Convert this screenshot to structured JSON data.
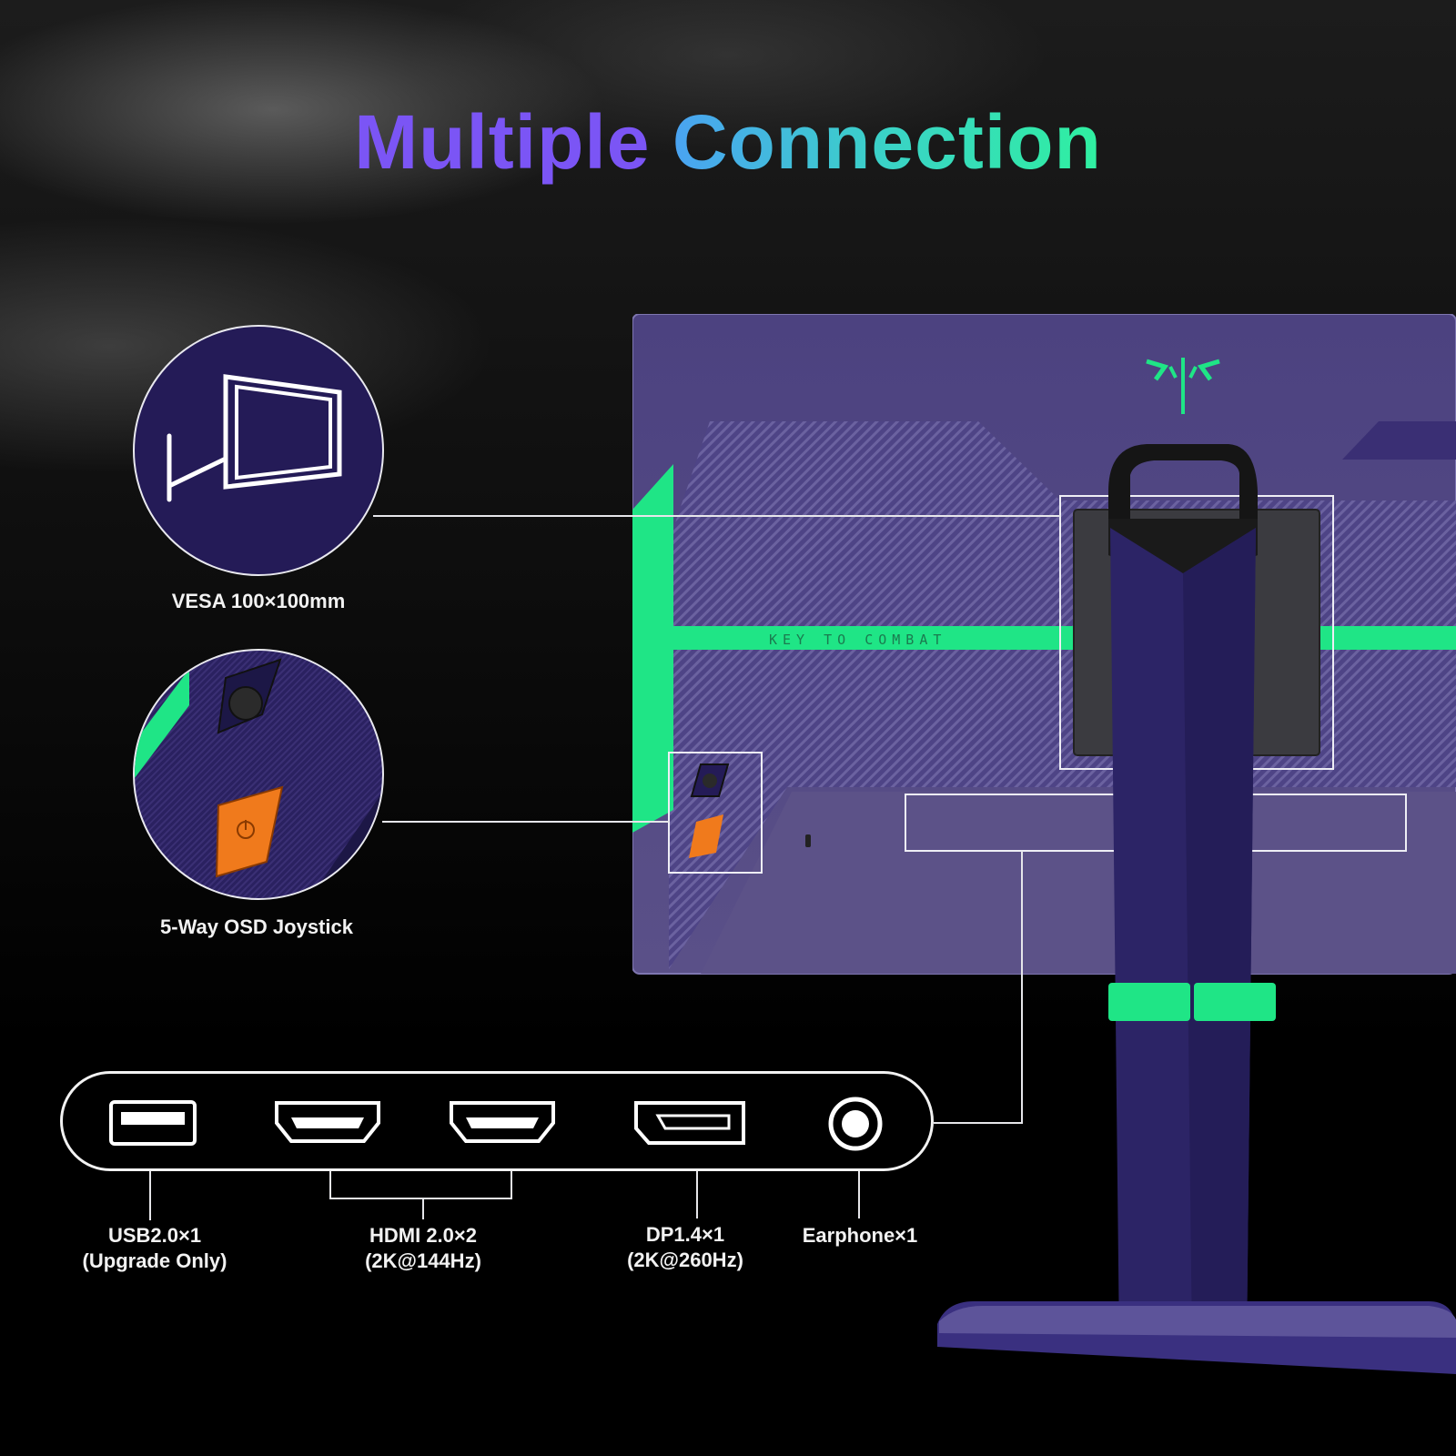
{
  "title": {
    "word1": "Multiple",
    "word2": "Connection"
  },
  "features": {
    "vesa": {
      "label": "VESA 100×100mm"
    },
    "joystick": {
      "label": "5-Way OSD Joystick"
    }
  },
  "monitor": {
    "stripe_text": "KEY TO COMBAT"
  },
  "ports": {
    "usb": {
      "line1": "USB2.0×1",
      "line2": "(Upgrade Only)"
    },
    "hdmi": {
      "line1": "HDMI 2.0×2",
      "line2": "(2K@144Hz)"
    },
    "dp": {
      "line1": "DP1.4×1",
      "line2": "(2K@260Hz)"
    },
    "earphone": {
      "line1": "Earphone×1"
    }
  },
  "colors": {
    "accent_green": "#1fe586",
    "body_purple": "#2c2466",
    "panel_purple": "#5a4f8a",
    "button_orange": "#f07a1c"
  }
}
